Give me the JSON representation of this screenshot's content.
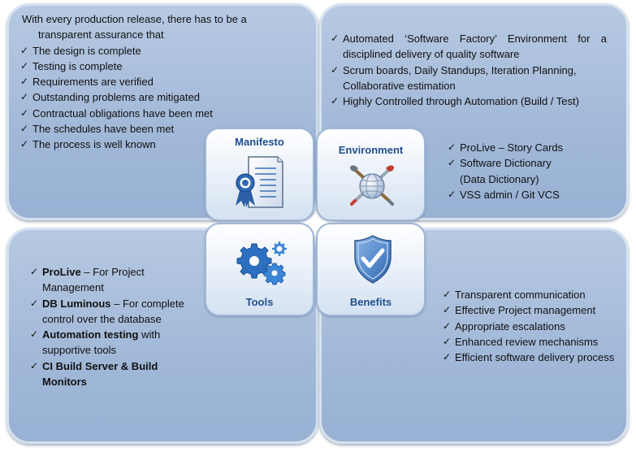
{
  "manifesto_panel": {
    "intro_line1": "With every production release, there has to be a",
    "intro_line2": "transparent assurance that",
    "items": [
      "The design is complete",
      "Testing is complete",
      "Requirements are verified",
      "Outstanding problems are mitigated",
      "Contractual obligations have been met",
      "The schedules have been met",
      "The process is well known"
    ]
  },
  "environment_panel": {
    "items": [
      "Automated ‘Software Factory’ Environment for a disciplined delivery of quality software",
      "Scrum boards, Daily Standups, Iteration Planning, Collaborative estimation",
      "Highly Controlled through   Automation (Build / Test)"
    ],
    "tools_items": [
      "ProLive – Story Cards",
      "Software Dictionary",
      "VSS admin / Git VCS"
    ],
    "tools_item2_sub": "(Data Dictionary)"
  },
  "tools_panel": {
    "items": [
      {
        "bold": "ProLive",
        "rest": " – For Project Management"
      },
      {
        "bold": "DB Luminous",
        "rest": " – For complete control over the database"
      },
      {
        "bold": "Automation testing",
        "rest": " with supportive tools"
      },
      {
        "bold": "CI Build Server & Build Monitors",
        "rest": ""
      }
    ]
  },
  "benefits_panel": {
    "items": [
      "Transparent communication",
      "Effective Project management",
      "Appropriate escalations",
      "Enhanced review mechanisms",
      "Efficient software delivery process"
    ]
  },
  "center": {
    "manifesto": "Manifesto",
    "environment": "Environment",
    "tools": "Tools",
    "benefits": "Benefits"
  },
  "icons": {
    "manifesto": "certificate-icon",
    "environment": "globe-tools-icon",
    "tools": "gears-icon",
    "benefits": "shield-check-icon"
  },
  "colors": {
    "panel_fill": "#a8bedc",
    "label_blue": "#1f4e8c"
  }
}
